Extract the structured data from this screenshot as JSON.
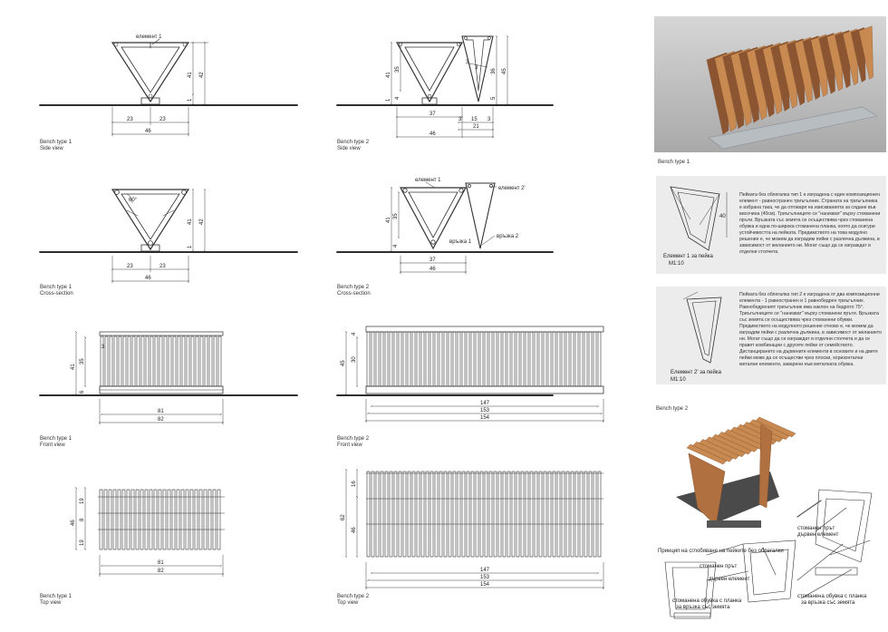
{
  "views": {
    "b1_side": {
      "line1": "Bench type 1",
      "line2": "Side view"
    },
    "b2_side": {
      "line1": "Bench type 2",
      "line2": "Side view"
    },
    "b1_cross": {
      "line1": "Bench type 1",
      "line2": "Cross-section"
    },
    "b2_cross": {
      "line1": "Bench type 2",
      "line2": "Cross-section"
    },
    "b1_front": {
      "line1": "Bench type 1",
      "line2": "Front view"
    },
    "b2_front": {
      "line1": "Bench type 2",
      "line2": "Front view"
    },
    "b1_top": {
      "line1": "Bench type 1",
      "line2": "Top view"
    },
    "b2_top": {
      "line1": "Bench type 2",
      "line2": "Top view"
    }
  },
  "labels": {
    "element1": "елемент 1",
    "element2": "елемент 2'",
    "link1": "връзка 1",
    "link2": "връзка 2",
    "angle60": "60°"
  },
  "dims": {
    "d23": "23",
    "d46": "46",
    "d41": "41",
    "d42": "42",
    "d1": "1",
    "d37": "37",
    "d35": "35",
    "d4": "4",
    "d5": "5",
    "d3": "3",
    "d15": "15",
    "d21": "21",
    "d36": "36",
    "d45": "45",
    "d6": "6",
    "d81": "81",
    "d82": "82",
    "d30": "30",
    "d147": "147",
    "d153": "153",
    "d154": "154",
    "d19": "19",
    "d8": "8",
    "d62": "62",
    "d16": "16"
  },
  "render1": {
    "caption": "Bench type 1"
  },
  "render2": {
    "caption": "Bench type 2"
  },
  "panel1": {
    "title": "Елемент 1 за пейка",
    "scale": "M1:10",
    "dim": "40",
    "text": "Пейката без облегалка тип 1 е изградена с един композиционен елемент - равностранен триъгълник. Страната на триъгълника е избрана така, че да отговаря на изискванията за сядане във височина (40см). Триъгълниците се \"нанизват\" върху стоманени пръти. Връзката със земята се осъществява чрез стоманена обувка и една по-широка стоманена планка, която да осигури устойчивостта на пейката. Предимството на това модулно решение е, че можем да изградим пейки с различна дължина, в зависимост от желанието ни. Могат също да се изграждат и отделни столчета."
  },
  "panel2": {
    "title": "Елемент 2' за пейка",
    "scale": "M1:10",
    "text": "Пейката без облегалка тип 2 е изградена от два композиционни елемента - 1 равностранен и 1 равнобедрен триъгълник. Равнобедреният триъгълник има наклон на бедрото 75°. Триъгълниците се \"нанизват\" върху стоманени пръти. Връзката със земята се осъществява чрез стоманени обувки. Предимството на модулното решение отново е, че можем да изградим пейки с различна дължина, в зависимост от желанието ни. Могат също да се изграждат и отделни столчета и да се правят комбинации с другите пейки от семейството. Дистанцирането на дървените елементи в основите и на двете пейки може да се осъществи чрез плоски, хоризонтални метални елементи, заварени към металната обувка."
  },
  "explode": {
    "title": "Принцип на сглобяване на пейките без облегалки",
    "steel_rod_wood_1": "стоманен прът",
    "wood_1": "дървен елемент",
    "steel_rod_2": "стоманен прът",
    "wood_2": "дървен елемент",
    "shoe1": "стоманена обувка с планка",
    "shoe1b": "за връзка със земята",
    "shoe2": "стоманена обувка с планка",
    "shoe2b": "за връзка със земята"
  },
  "colors": {
    "wood": "#c98a52",
    "wood_dark": "#8a5530",
    "steel": "#9aa3ad",
    "panel": "#ececec"
  }
}
